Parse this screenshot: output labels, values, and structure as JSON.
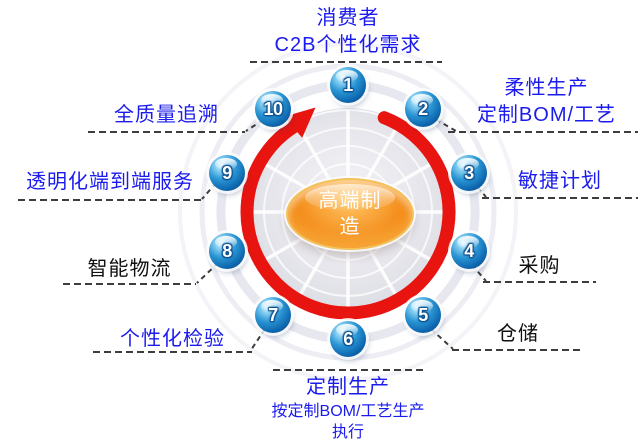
{
  "center": {
    "label": "高端制造"
  },
  "nodes": [
    {
      "number": "1"
    },
    {
      "number": "2"
    },
    {
      "number": "3"
    },
    {
      "number": "4"
    },
    {
      "number": "5"
    },
    {
      "number": "6"
    },
    {
      "number": "7"
    },
    {
      "number": "8"
    },
    {
      "number": "9"
    },
    {
      "number": "10"
    }
  ],
  "labels": {
    "consumer": {
      "lines": [
        "消费者",
        "C2B个性化需求"
      ]
    },
    "flexible": {
      "lines": [
        "柔性生产",
        "定制BOM/工艺"
      ]
    },
    "agile": {
      "text": "敏捷计划"
    },
    "procure": {
      "text": "采购"
    },
    "warehouse": {
      "text": "仓储"
    },
    "production": {
      "lines": [
        "定制生产",
        "按定制BOM/工艺生产",
        "执行"
      ]
    },
    "inspection": {
      "text": "个性化检验"
    },
    "logistics": {
      "text": "智能物流"
    },
    "service": {
      "text": "透明化端到端服务"
    },
    "trace": {
      "text": "全质量追溯"
    }
  },
  "colors": {
    "accent_blue": "#1b1bee",
    "text_black": "#111111",
    "red": "#e81410",
    "dash": "#3d3d3d",
    "ball_deep": "#0a4c8c",
    "orange": "#f2830f"
  }
}
